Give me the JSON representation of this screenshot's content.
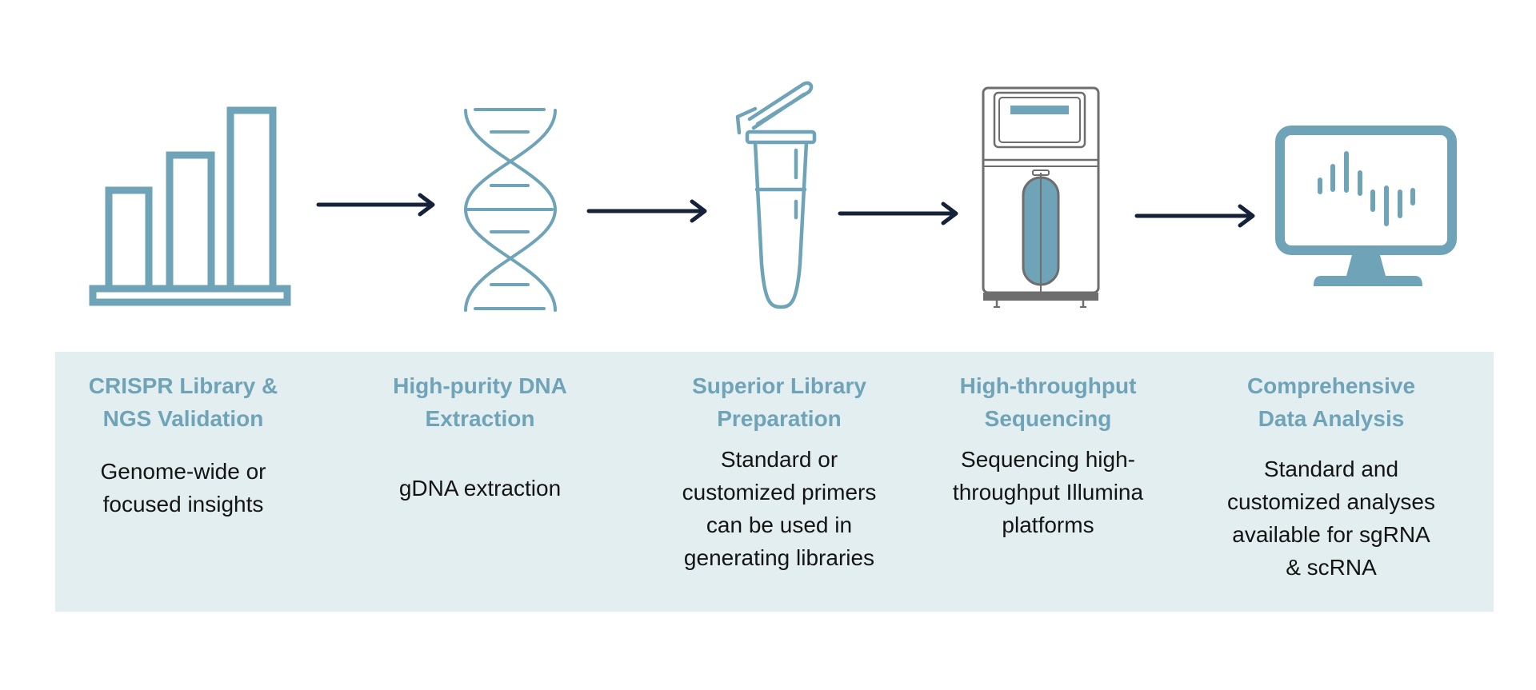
{
  "colors": {
    "icon": "#6fa3b8",
    "arrow": "#16213a",
    "device_outline": "#6e6e6e",
    "panel_bg": "#e3eef0",
    "title_text": "#6fa3b8",
    "body_text": "#141414"
  },
  "steps": [
    {
      "icon": "bar-chart-icon",
      "title": "CRISPR Library & NGS Validation",
      "description": "Genome-wide or focused insights"
    },
    {
      "icon": "dna-helix-icon",
      "title": "High-purity DNA Extraction",
      "description": "gDNA extraction"
    },
    {
      "icon": "microcentrifuge-tube-icon",
      "title": "Superior Library Preparation",
      "description": "Standard or customized primers can be used in generating libraries"
    },
    {
      "icon": "sequencer-instrument-icon",
      "title": "High-throughput Sequencing",
      "description": "Sequencing high-throughput Illumina platforms"
    },
    {
      "icon": "monitor-waveform-icon",
      "title": "Comprehensive Data Analysis",
      "description": "Standard and customized analyses available for sgRNA & scRNA"
    }
  ]
}
